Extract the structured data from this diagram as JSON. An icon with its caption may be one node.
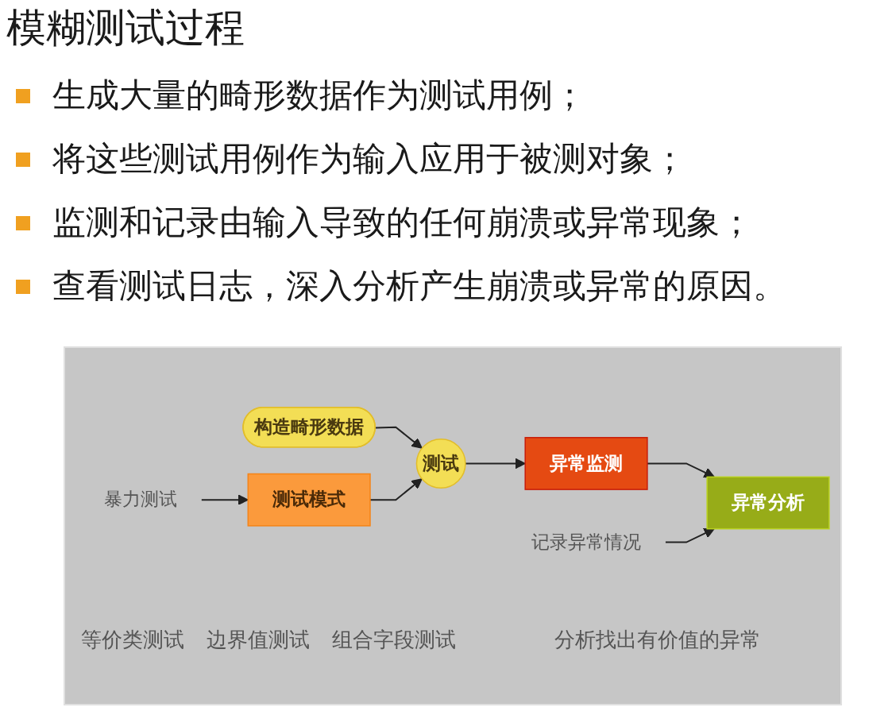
{
  "diagram": {
    "title": "模糊测试过程",
    "nodes": [
      {
        "text": [
          "构造畸形数据"
        ]
      },
      {
        "text": [
          "测试"
        ]
      },
      {
        "text": [
          "异常监测"
        ]
      },
      {
        "text": [
          "暴力测试"
        ]
      },
      {
        "text": [
          "记录异常情况"
        ]
      },
      {
        "text": [
          "测试模式"
        ]
      },
      {
        "text": [
          "异常分析"
        ]
      }
    ],
    "edges": [
      {
        "from": 0,
        "to": 1,
        "arrow": "to"
      },
      {
        "from": 1,
        "to": 2,
        "arrow": "to"
      },
      {
        "from": 2,
        "to": 6,
        "arrow": "to"
      },
      {
        "from": 5,
        "to": 1,
        "arrow": "to"
      },
      {
        "from": 3,
        "to": 5,
        "arrow": "to"
      },
      {
        "from": 4,
        "to": 6,
        "arrow": "to"
      }
    ],
    "labels": [
      "生成大量的畸形数据作为测试用例；",
      "将这些测试用例作为输入应用于被测对象；",
      "监测和记录由输入导致的任何崩溃或异常现象；",
      "查看测试日志，深入分析产生崩溃或异常的原因。",
      "等价类测试",
      "边界值测试",
      "组合字段测试",
      "分析找出有价值的异常"
    ]
  }
}
